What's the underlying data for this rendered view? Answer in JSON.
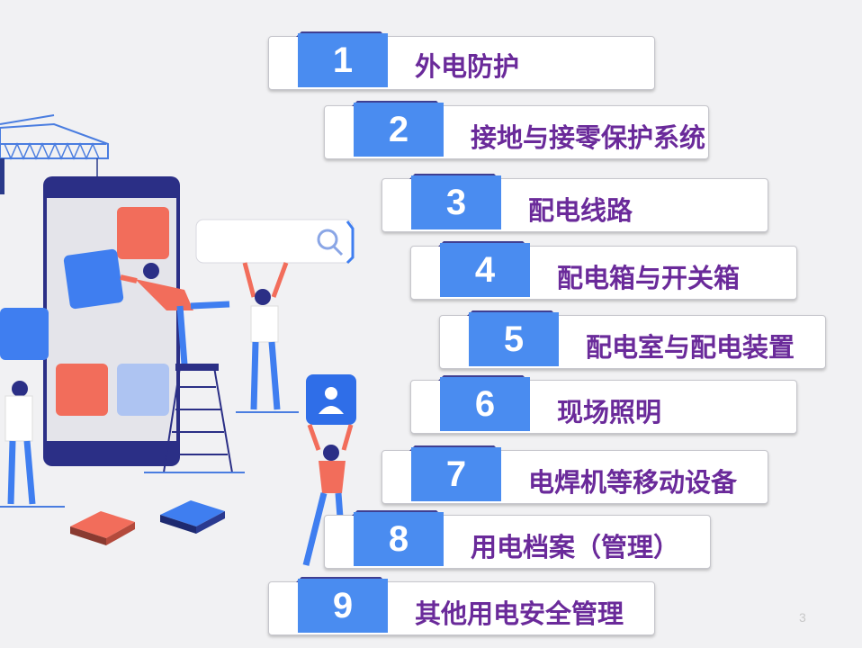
{
  "items": [
    {
      "number": "1",
      "label": "外电防护"
    },
    {
      "number": "2",
      "label": "接地与接零保护系统"
    },
    {
      "number": "3",
      "label": "配电线路"
    },
    {
      "number": "4",
      "label": "配电箱与开关箱"
    },
    {
      "number": "5",
      "label": "配电室与配电装置"
    },
    {
      "number": "6",
      "label": "现场照明"
    },
    {
      "number": "7",
      "label": "电焊机等移动设备"
    },
    {
      "number": "8",
      "label": "用电档案（管理）"
    },
    {
      "number": "9",
      "label": "其他用电安全管理"
    }
  ],
  "page_number": "3",
  "colors": {
    "number_box": "#4a8cf0",
    "label_text": "#6a2a9a",
    "tab_dark": "#3f3f92"
  },
  "icons": [
    "crane-icon",
    "phone-screen-icon",
    "search-bar-icon",
    "user-card-icon",
    "ladder-icon"
  ]
}
